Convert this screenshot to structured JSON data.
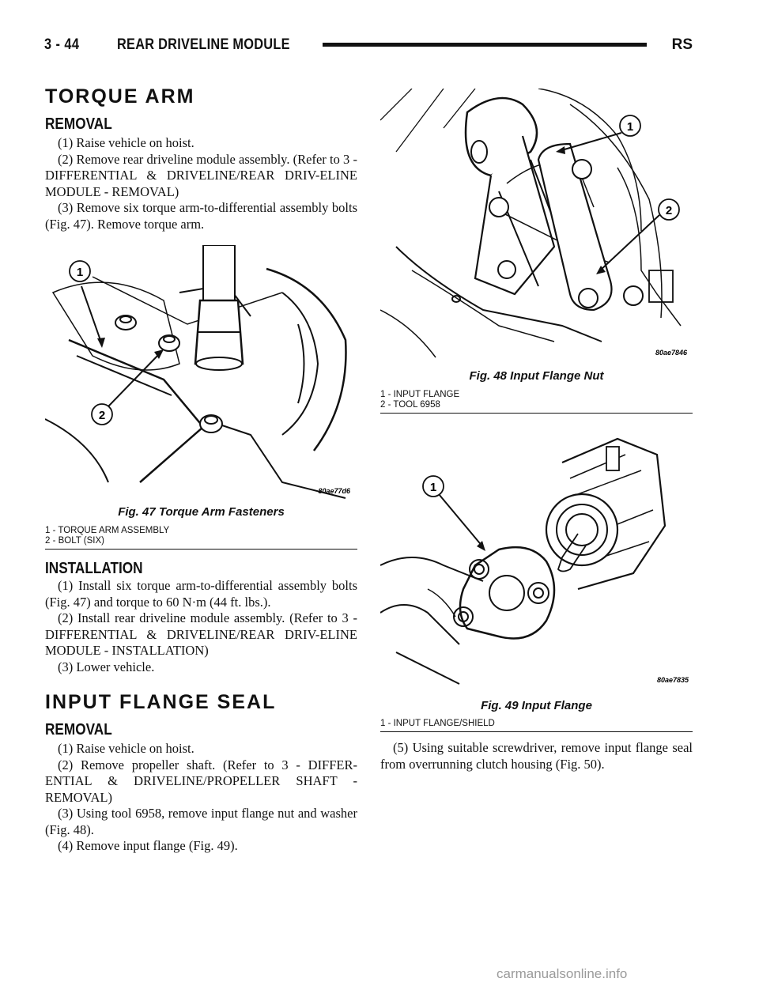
{
  "header": {
    "page_number": "3 - 44",
    "module": "REAR DRIVELINE MODULE",
    "code": "RS"
  },
  "torque_arm": {
    "title": "TORQUE ARM",
    "removal": {
      "heading": "REMOVAL",
      "steps": [
        "(1) Raise vehicle on hoist.",
        "(2) Remove rear driveline module assembly. (Refer to 3 - DIFFERENTIAL & DRIVELINE/REAR DRIV-ELINE MODULE - REMOVAL)",
        "(3) Remove six torque arm-to-differential assembly bolts (Fig. 47). Remove torque arm."
      ]
    },
    "installation": {
      "heading": "INSTALLATION",
      "steps": [
        "(1) Install six torque arm-to-differential assembly bolts (Fig. 47) and torque to 60 N·m (44 ft. lbs.).",
        "(2) Install rear driveline module assembly. (Refer to 3 - DIFFERENTIAL & DRIVELINE/REAR DRIV-ELINE MODULE - INSTALLATION)",
        "(3) Lower vehicle."
      ]
    }
  },
  "input_flange_seal": {
    "title": "INPUT FLANGE SEAL",
    "removal": {
      "heading": "REMOVAL",
      "steps": [
        "(1) Raise vehicle on hoist.",
        "(2) Remove propeller shaft. (Refer to 3 - DIFFER-ENTIAL & DRIVELINE/PROPELLER SHAFT - REMOVAL)",
        "(3) Using tool 6958, remove input flange nut and washer (Fig. 48).",
        "(4) Remove input flange (Fig. 49)."
      ],
      "continued_steps": [
        "(5) Using suitable screwdriver, remove input flange seal from overrunning clutch housing (Fig. 50)."
      ]
    }
  },
  "figures": {
    "fig47": {
      "id": "80ae77d6",
      "caption": "Fig. 47 Torque Arm Fasteners",
      "callouts": [
        "1",
        "2"
      ],
      "legend": [
        "1 - TORQUE ARM ASSEMBLY",
        "2 - BOLT (SIX)"
      ]
    },
    "fig48": {
      "id": "80ae7846",
      "caption": "Fig. 48 Input Flange Nut",
      "callouts": [
        "1",
        "2"
      ],
      "legend": [
        "1 - INPUT FLANGE",
        "2 - TOOL 6958"
      ]
    },
    "fig49": {
      "id": "80ae7835",
      "caption": "Fig. 49 Input Flange",
      "callouts": [
        "1"
      ],
      "legend": [
        "1 - INPUT FLANGE/SHIELD"
      ]
    }
  },
  "watermark": "carmanualsonline.info"
}
